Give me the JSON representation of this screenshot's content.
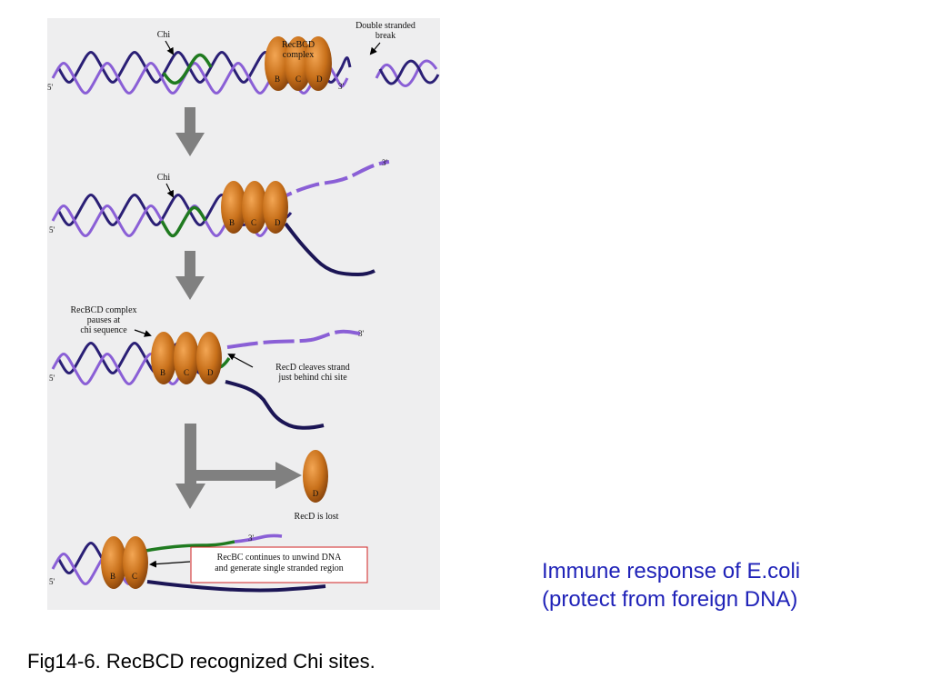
{
  "slide": {
    "note_line1": "Immune response of E.coli",
    "note_line2": "(protect from foreign DNA)",
    "caption": "Fig14-6. RecBCD recognized Chi sites."
  },
  "colors": {
    "strand_dark": "#2a1f75",
    "strand_light": "#8a5fd6",
    "chi_green": "#1f7a1f",
    "protein_orange": "#c8701a",
    "arrow_grey": "#808080",
    "callout_red": "#d02020",
    "note_blue": "#1f22b8"
  },
  "diagram": {
    "panel1": {
      "chi": "Chi",
      "complex_line1": "RecBCD",
      "complex_line2": "complex",
      "break_line1": "Double stranded",
      "break_line2": "break",
      "five_prime": "5'",
      "three_prime": "3'",
      "sub_b": "B",
      "sub_c": "C",
      "sub_d": "D"
    },
    "panel2": {
      "chi": "Chi",
      "five_prime": "5'",
      "three_prime": "3'",
      "sub_b": "B",
      "sub_c": "C",
      "sub_d": "D"
    },
    "panel3": {
      "pause_line1": "RecBCD complex",
      "pause_line2": "pauses at",
      "pause_line3": "chi sequence",
      "cleave_line1": "RecD cleaves strand",
      "cleave_line2": "just behind chi site",
      "five_prime": "5'",
      "three_prime": "3'",
      "sub_b": "B",
      "sub_c": "C",
      "sub_d": "D"
    },
    "panel4": {
      "lost_sub": "D",
      "lost_label": "RecD is lost"
    },
    "panel5": {
      "unwind_line1": "RecBC continues to unwind DNA",
      "unwind_line2": "and generate single stranded region",
      "five_prime": "5'",
      "three_prime": "3'",
      "sub_b": "B",
      "sub_c": "C"
    }
  }
}
